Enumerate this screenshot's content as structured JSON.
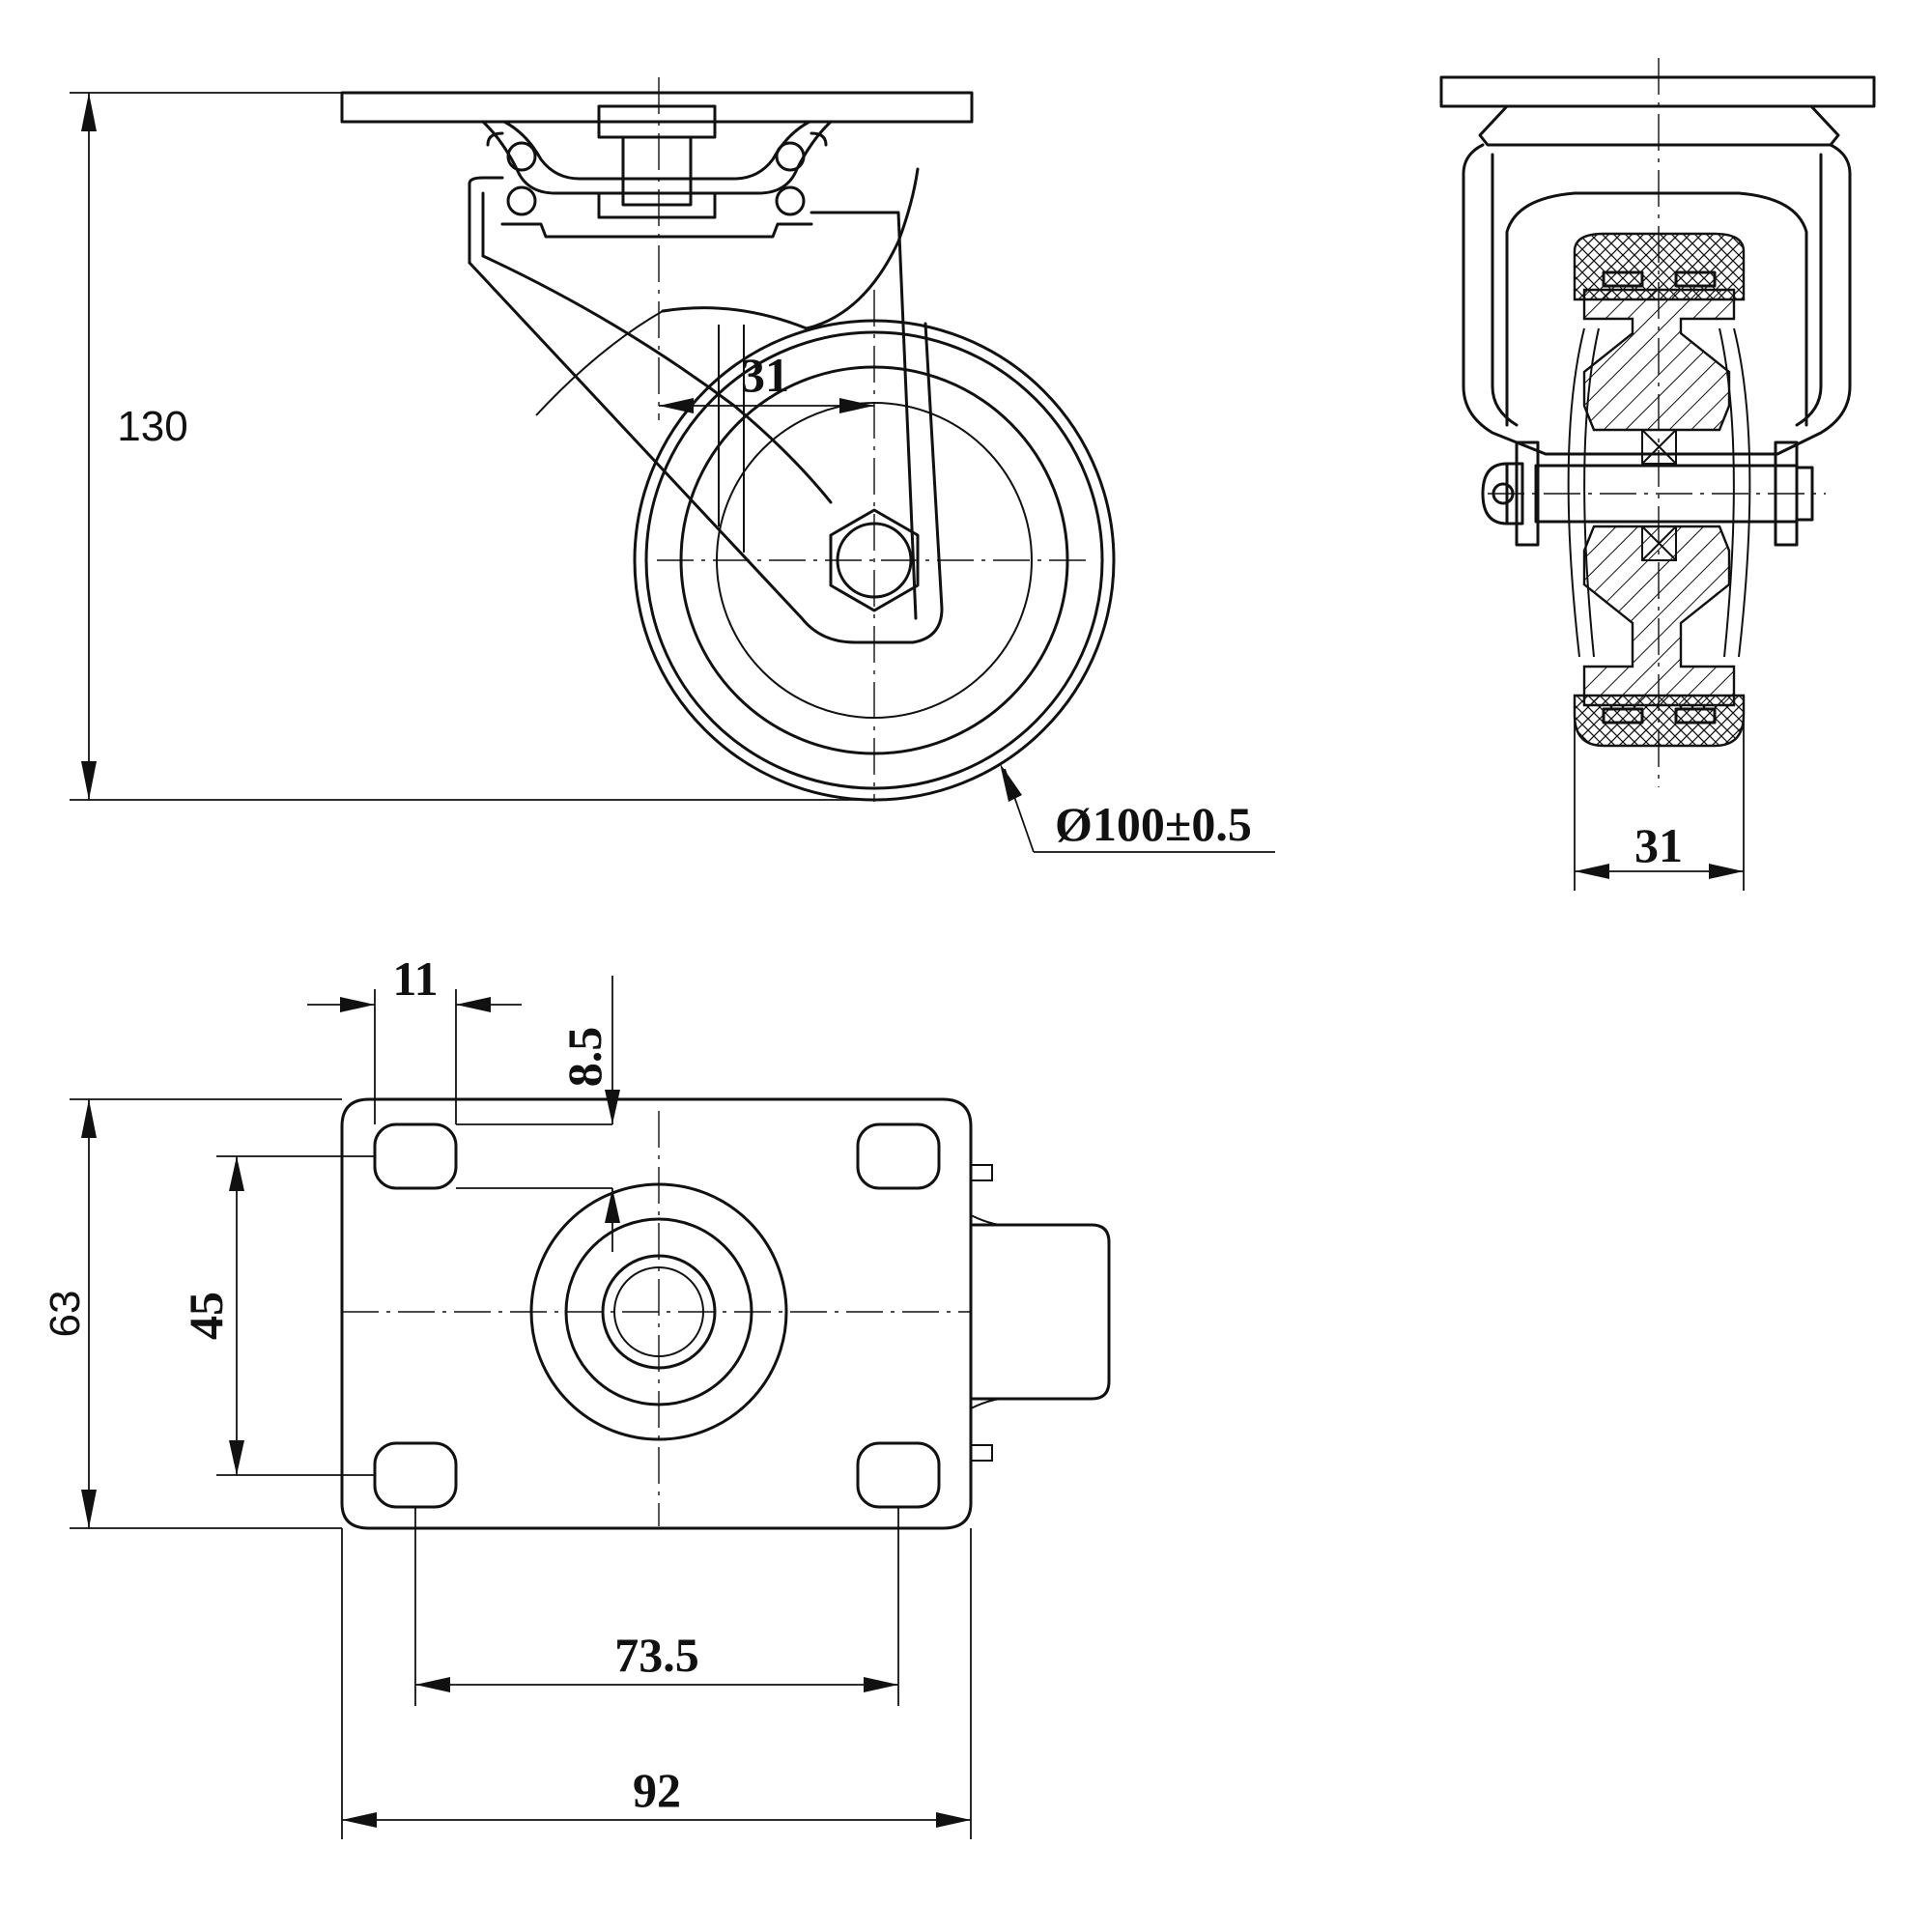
{
  "dimensions": {
    "overall_height": "130",
    "swivel_offset": "31",
    "wheel_diameter": "Ø100±0.5",
    "wheel_width": "31",
    "bolt_hole_width": "11",
    "bolt_hole_edge_offset": "8.5",
    "plate_width": "63",
    "bolt_spacing_short": "45",
    "bolt_spacing_long": "73.5",
    "plate_length": "92"
  }
}
